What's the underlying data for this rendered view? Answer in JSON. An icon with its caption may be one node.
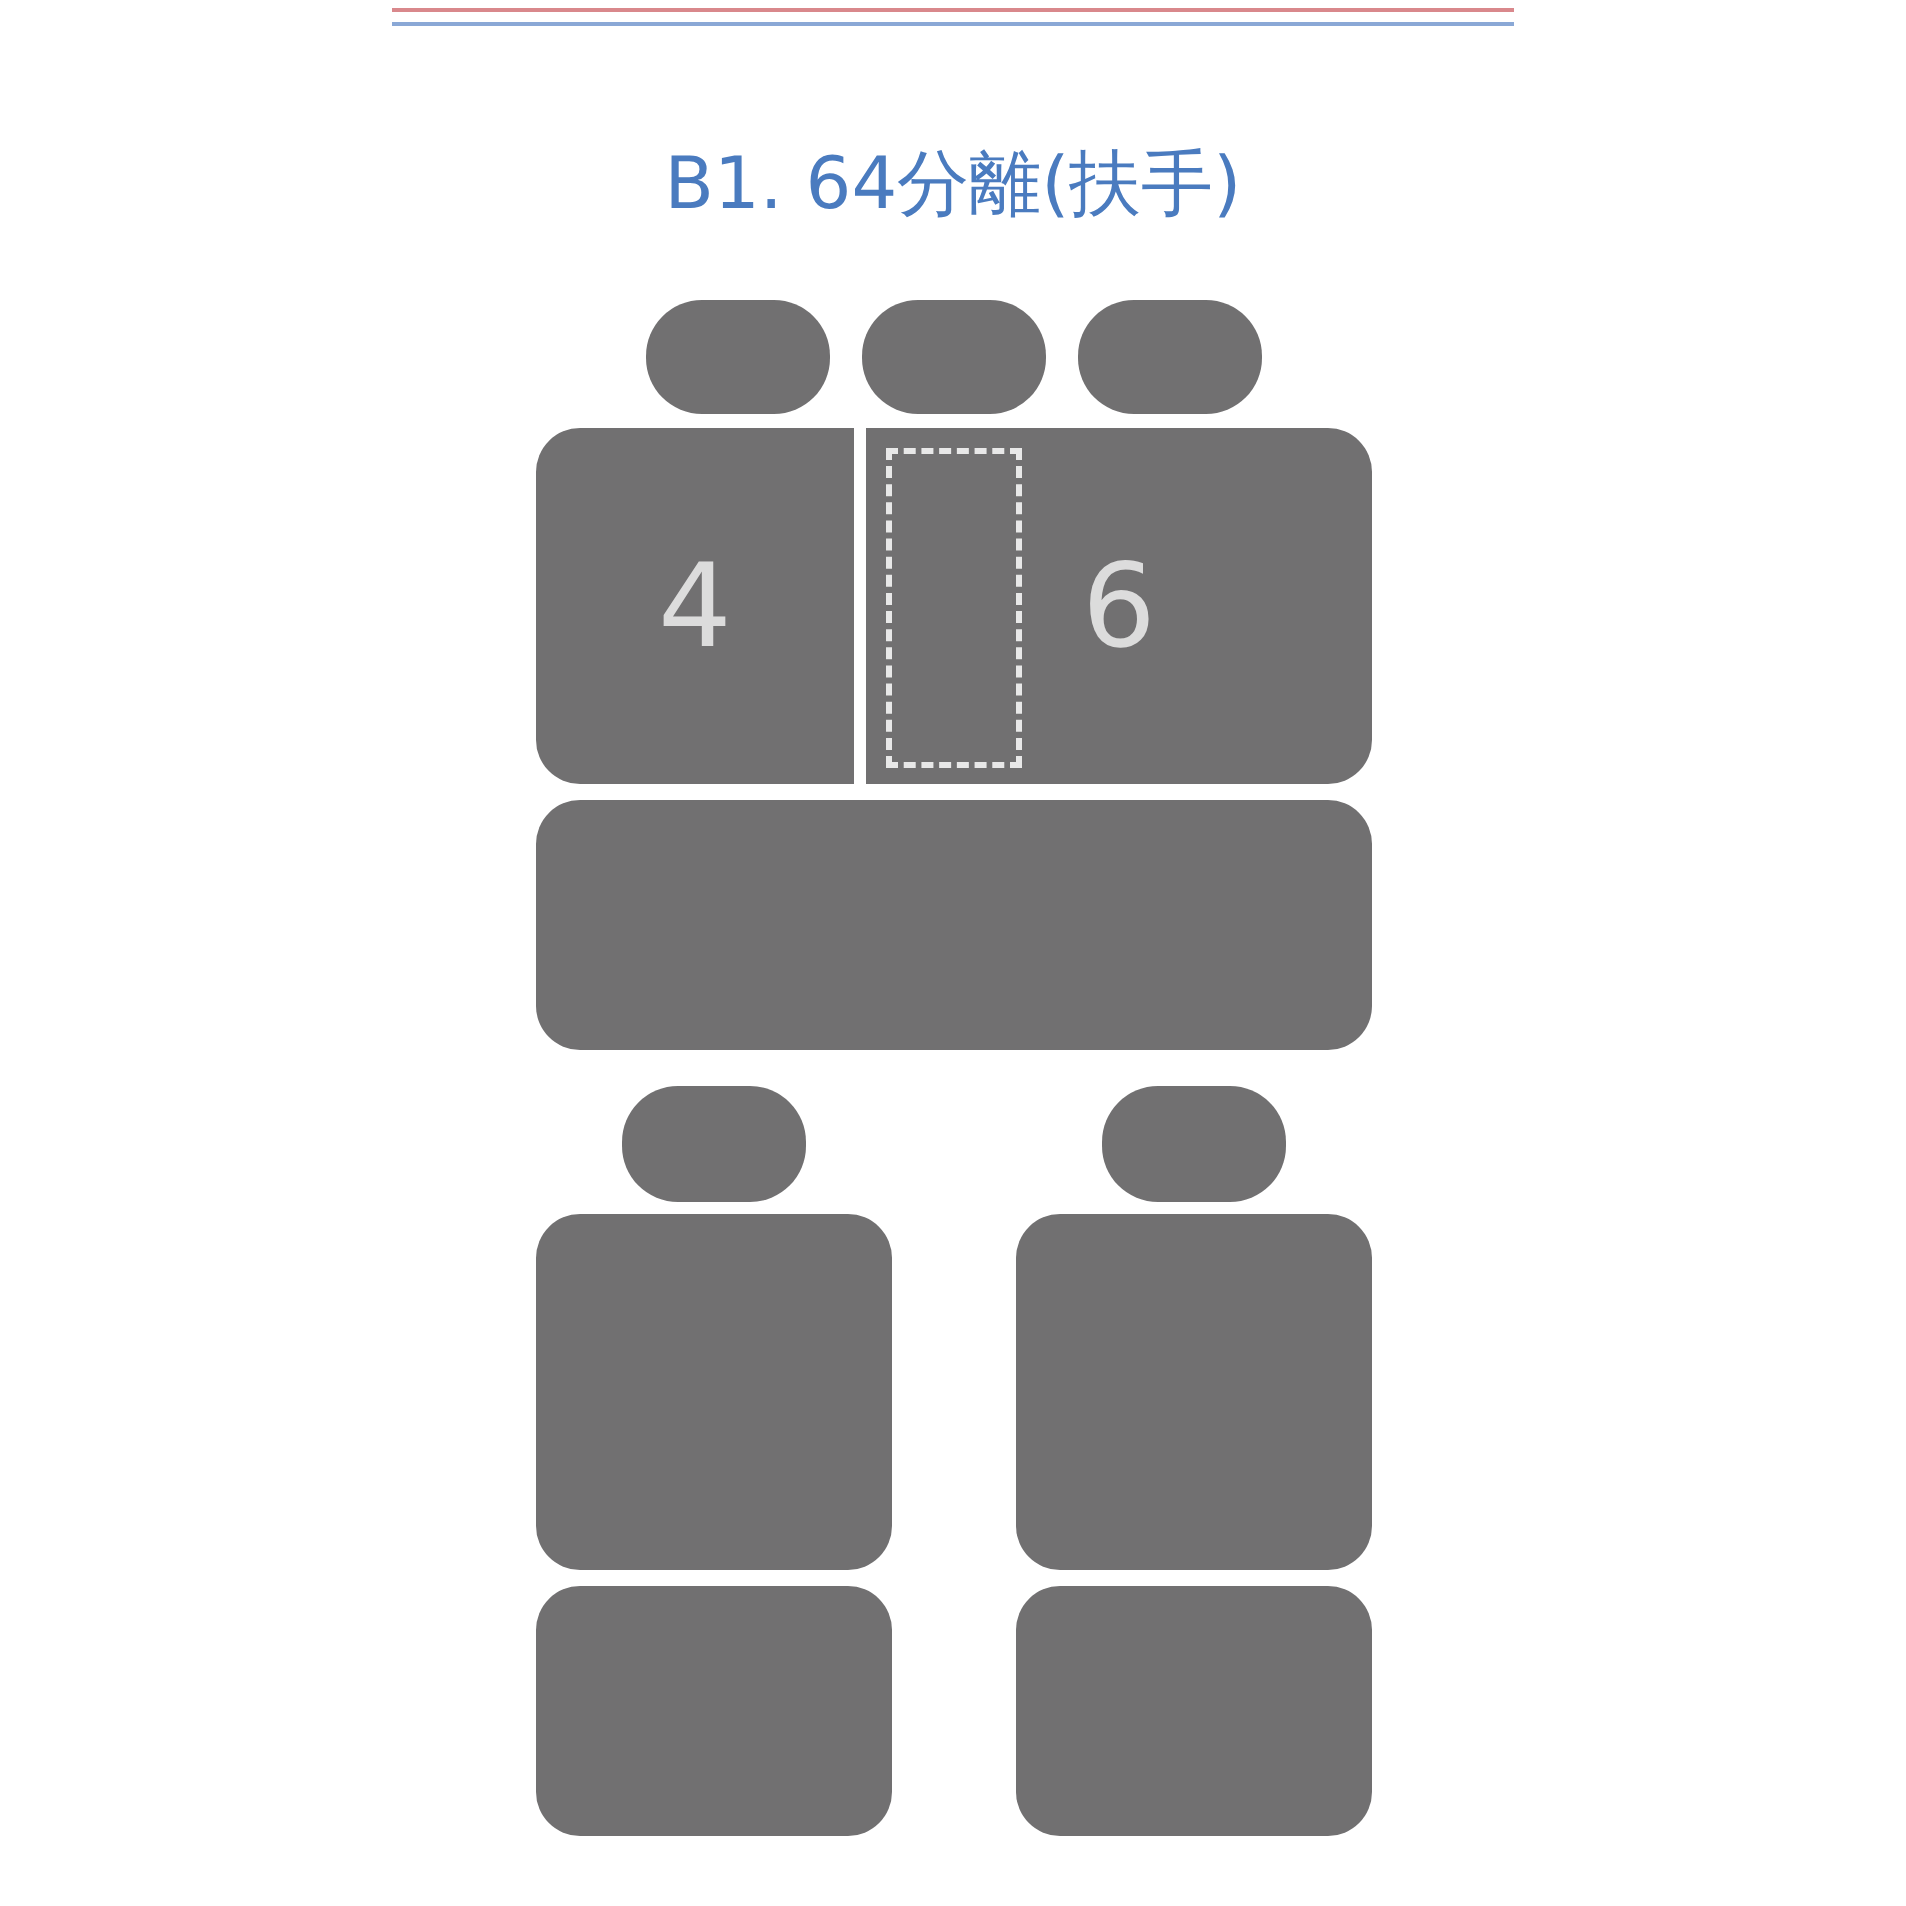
{
  "diagram": {
    "title": "B1. 64分離(扶手)",
    "nodes": [
      {
        "text": [],
        "shape": "box"
      },
      {
        "text": [],
        "shape": "box"
      },
      {
        "text": [],
        "shape": "box"
      },
      {
        "text": [
          "4"
        ]
      },
      {
        "text": [
          "6"
        ]
      },
      {
        "text": [],
        "shape": "box",
        "in": 4
      },
      {
        "text": [],
        "shape": "box"
      },
      {
        "text": [],
        "shape": "box"
      },
      {
        "text": [],
        "shape": "box"
      },
      {
        "text": [],
        "shape": "box"
      },
      {
        "text": [],
        "shape": "box"
      },
      {
        "text": [],
        "shape": "box"
      },
      {
        "text": [],
        "shape": "box"
      }
    ]
  }
}
